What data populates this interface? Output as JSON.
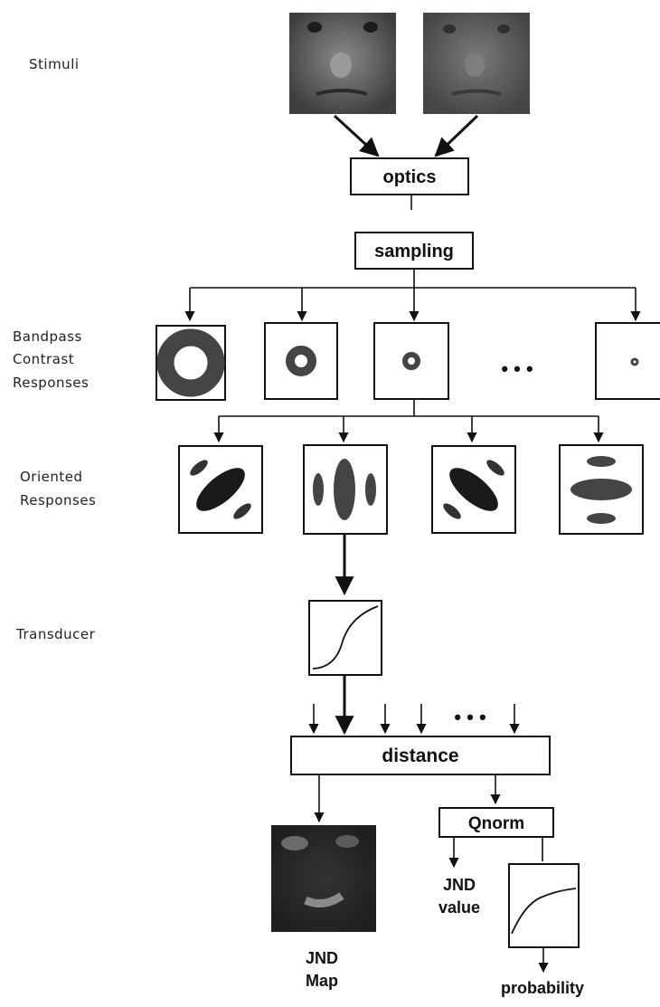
{
  "labels": {
    "stimuli": "Stimuli",
    "bandpass": [
      "Bandpass",
      "Contrast",
      "Responses"
    ],
    "oriented": [
      "Oriented",
      "Responses"
    ],
    "transducer": "Transducer"
  },
  "boxes": {
    "optics": "optics",
    "sampling": "sampling",
    "distance": "distance",
    "qnorm": "Qnorm"
  },
  "ellipsis": "• • •",
  "outputs": {
    "jnd_map": [
      "JND",
      "Map"
    ],
    "jnd_value": [
      "JND",
      "value"
    ],
    "probability": "probability"
  },
  "colors": {
    "ink": "#111111",
    "filter_fill": "#444444",
    "image_dark": "#3a3a3a",
    "image_light": "#707070"
  }
}
